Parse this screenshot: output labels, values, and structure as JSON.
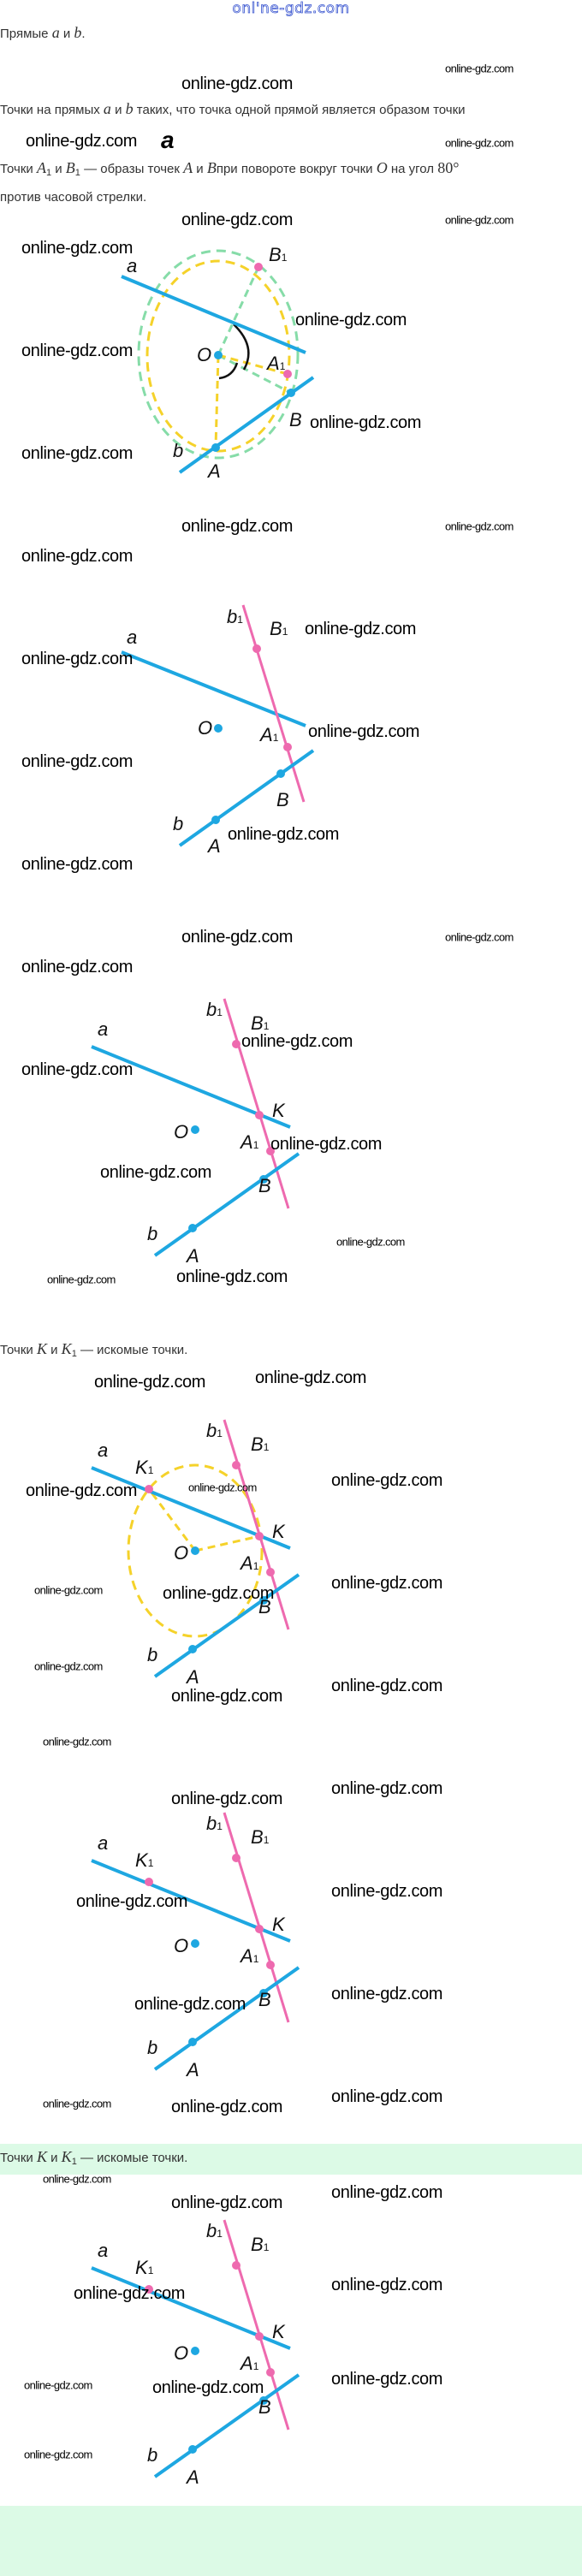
{
  "logo": "onl'ne-gdz.com",
  "watermark": "online-gdz.com",
  "stray_letter": "a",
  "steps": {
    "s1": {
      "t1": "Прямые ",
      "a": "a",
      "and": " и ",
      "b": "b",
      "end": "."
    },
    "s2": {
      "t1": "Точки на прямых ",
      "a": "a",
      "and": " и ",
      "b": "b",
      "t2": " таких, что точка одной прямой является образом точки"
    },
    "s3": {
      "t1": "Точки ",
      "A": "A",
      "sub": "1",
      "and": " и ",
      "B": "B",
      "t2": " — образы точек ",
      "A2": "A",
      "and2": " и ",
      "B2": "B",
      "t3": "при повороте вокруг точки ",
      "O": "O",
      "t4": " на угол ",
      "angle": "80°"
    },
    "s4": {
      "t1": "против часовой стрелки."
    },
    "s5": {
      "t1": "Точки ",
      "K": "K",
      "and": " и ",
      "K1": "K",
      "sub": "1",
      "t2": " — искомые точки."
    },
    "s6": {
      "t1": "Точки ",
      "K": "K",
      "and": " и ",
      "K1": "K",
      "sub": "1",
      "t2": " — искомые точки."
    }
  },
  "labels": {
    "a": "a",
    "b": "b",
    "b1": "b",
    "O": "O",
    "A": "A",
    "B": "B",
    "A1": "A",
    "B1": "B",
    "K": "K",
    "K1": "K",
    "sub": "1"
  },
  "colors": {
    "line": "#1ea7e1",
    "image": "#ee6aaf",
    "circle_yellow": "#f5d22a",
    "circle_green": "#86dca8",
    "band": "#dcfae6"
  }
}
